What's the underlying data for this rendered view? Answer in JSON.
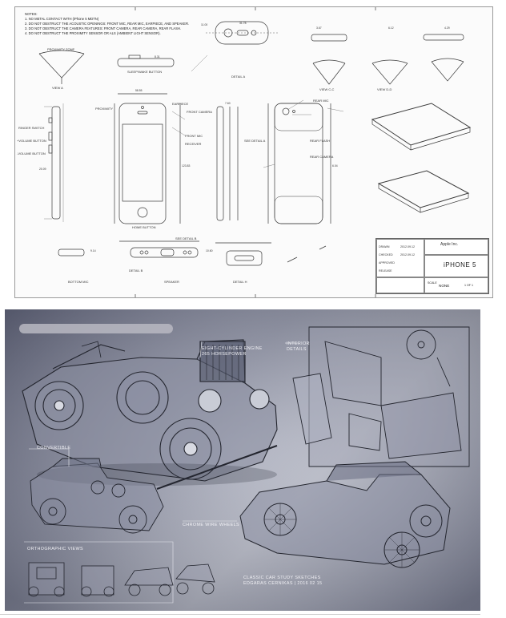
{
  "drawing": {
    "notes_header": "NOTES:",
    "notes": [
      "1. NO METAL CONTACT WITH (iPhone 5 MDTN)",
      "2. DO NOT OBSTRUCT THE ACOUSTIC OPENINGS: FRONT MIC, REAR MIC, EARPIECE, AND SPEAKER.",
      "3. DO NOT OBSTRUCT THE CAMERA FEATURES: FRONT CAMERA, REAR CAMERA, REAR FLASH.",
      "4. DO NOT OBSTRUCT THE PROXIMITY SENSOR OR ALS (AMBIENT LIGHT SENSOR)."
    ],
    "labels": {
      "proximity_zone": "PROXIMITY ZONE",
      "sleep_wake": "SLEEP/WAKE BUTTON",
      "view_a": "VIEW A",
      "view_c": "VIEW C-C",
      "view_d": "VIEW D-D",
      "detail_a": "DETAIL A",
      "detail_b": "DETAIL B",
      "detail_h": "DETAIL H",
      "ringer_switch": "RINGER SWITCH",
      "volume_up": "+VOLUME BUTTON",
      "volume_down": "-VOLUME BUTTON",
      "earpiece": "EARPIECE",
      "front_camera": "FRONT CAMERA",
      "proximity": "PROXIMITY",
      "front_mic": "FRONT MIC",
      "receiver": "RECEIVER",
      "home_button": "HOME BUTTON",
      "rear_mic": "REAR MIC",
      "rear_flash": "REAR FLASH",
      "rear_camera": "REAR CAMERA",
      "speaker": "SPEAKER",
      "bottom_mic": "BOTTOM MIC",
      "see_detail_b": "SEE DETAIL B",
      "see_detail_a": "SEE DETAIL A"
    },
    "dimensions": {
      "width": "58.55",
      "height": "123.83",
      "depth": "7.60",
      "d1": "31.78",
      "d2": "11.00",
      "d3": "20.09",
      "d4": "6.04",
      "d5": "4.29",
      "d6": "9.14",
      "d7": "8.31",
      "d8": "10.60",
      "d9": "3.67",
      "d10": "6.12"
    },
    "title_block": {
      "company": "Apple Inc.",
      "product": "iPHONE 5",
      "scale_label": "SCALE",
      "scale_value": "NONE",
      "sheet": "1 OF 1",
      "rows": [
        "DRAWN",
        "CHECKED",
        "APPROVED",
        "RELEASE"
      ],
      "values": [
        "2012.09.12",
        "2012.09.12"
      ]
    }
  },
  "sketch": {
    "engine_label": [
      "EIGHT-CYLINDER ENGINE",
      "265 HORSEPOWER"
    ],
    "interior_label": [
      "INTERIOR",
      "DETAILS"
    ],
    "convertible_label": "CONVERTIBLE",
    "wheels_label": "CHROME WIRE WHEELS",
    "ortho_label": "ORTHOGRAPHIC VIEWS",
    "credits": [
      "CLASSIC CAR STUDY SKETCHES",
      "EDGARAS CERNIKAS | 2016 02 15"
    ]
  },
  "colors": {
    "drawing_line": "#3a3a3a",
    "sketch_line": "#23252e",
    "sketch_highlight": "#f2f2f6"
  }
}
